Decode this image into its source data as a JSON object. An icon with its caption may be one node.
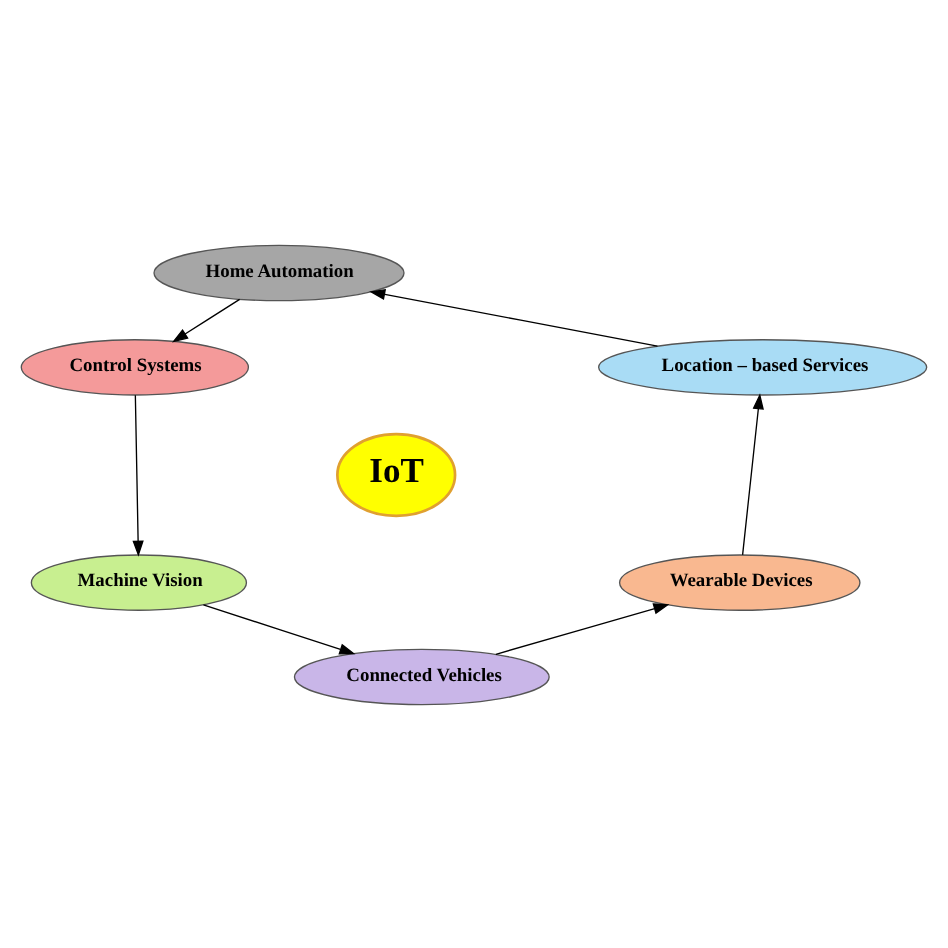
{
  "diagram": {
    "nodes": [
      {
        "text": [
          "Home Automation"
        ]
      },
      {
        "text": [
          "Control Systems"
        ]
      },
      {
        "text": [
          "Machine Vision"
        ]
      },
      {
        "text": [
          "Connected Vehicles"
        ]
      },
      {
        "text": [
          "Wearable Devices"
        ]
      },
      {
        "text": [
          "Location – based Services"
        ]
      },
      {
        "text": [
          "IoT"
        ]
      }
    ],
    "edges": [
      {
        "from": 0,
        "to": 1,
        "arrow": "to"
      },
      {
        "from": 1,
        "to": 2,
        "arrow": "to"
      },
      {
        "from": 2,
        "to": 3,
        "arrow": "to"
      },
      {
        "from": 3,
        "to": 4,
        "arrow": "to"
      },
      {
        "from": 4,
        "to": 5,
        "arrow": "to"
      },
      {
        "from": 5,
        "to": 0,
        "arrow": "to"
      }
    ]
  }
}
